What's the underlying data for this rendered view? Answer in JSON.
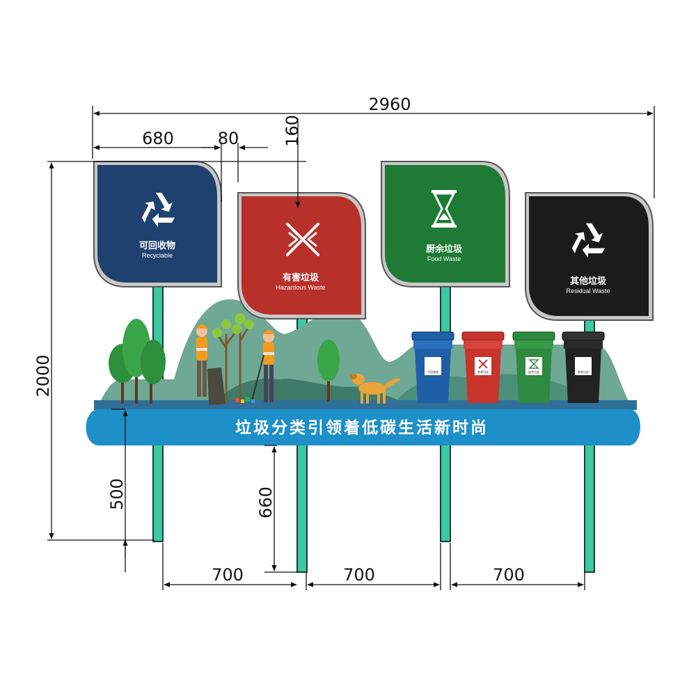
{
  "dimensions": {
    "total_width": "2960",
    "sign_width": "680",
    "gap": "80",
    "offset": "160",
    "total_height": "2000",
    "banner_clearance": "500",
    "pole_clearance": "660",
    "spacing_1": "700",
    "spacing_2": "700",
    "spacing_3": "700"
  },
  "signs": [
    {
      "cn": "可回收物",
      "en": "Recyclable",
      "color": "#1f4170",
      "icon": "recycle-icon"
    },
    {
      "cn": "有害垃圾",
      "en": "Hazardous Waste",
      "color": "#b8302a",
      "icon": "hazard-cross-icon"
    },
    {
      "cn": "厨余垃圾",
      "en": "Food Waste",
      "color": "#1e7a34",
      "icon": "hourglass-icon"
    },
    {
      "cn": "其他垃圾",
      "en": "Residual Waste",
      "color": "#1b1b1b",
      "icon": "recycle-icon"
    }
  ],
  "bins": [
    {
      "label": "可回收物",
      "color": "#1f5fa8"
    },
    {
      "label": "有害垃圾",
      "color": "#c8342c"
    },
    {
      "label": "厨余垃圾",
      "color": "#2e8a3e"
    },
    {
      "label": "其他垃圾",
      "color": "#222222"
    }
  ],
  "banner": {
    "text": "垃圾分类引领着低碳生活新时尚",
    "color": "#1d8fc9"
  },
  "colors": {
    "pole": "#3cc8a0",
    "hills": "#6fa894",
    "hills_dark": "#3f7a6a"
  }
}
